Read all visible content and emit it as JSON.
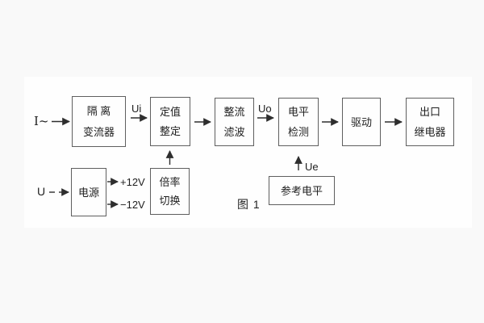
{
  "figure": {
    "caption": "图 1",
    "inputs": {
      "current_label": "I~",
      "voltage_label": "U"
    },
    "signal_labels": {
      "ui": "Ui",
      "uo": "Uo",
      "ue": "Ue",
      "plus12v": "+12V",
      "minus12v": "−12V"
    },
    "blocks": {
      "isolation_transformer": {
        "line1": "隔 离",
        "line2": "变流器"
      },
      "setting": {
        "line1": "定值",
        "line2": "整定"
      },
      "rectifier_filter": {
        "line1": "整流",
        "line2": "滤波"
      },
      "level_detect": {
        "line1": "电平",
        "line2": "检测"
      },
      "drive": {
        "label": "驱动"
      },
      "output_relay": {
        "line1": "出口",
        "line2": "继电器"
      },
      "power_supply": {
        "label": "电源"
      },
      "ratio_switch": {
        "line1": "倍率",
        "line2": "切换"
      },
      "reference_level": {
        "label": "参考电平"
      }
    },
    "connections": [
      {
        "from": "I~",
        "to": "isolation_transformer"
      },
      {
        "from": "isolation_transformer",
        "to": "setting",
        "label": "Ui"
      },
      {
        "from": "setting",
        "to": "rectifier_filter"
      },
      {
        "from": "rectifier_filter",
        "to": "level_detect",
        "label": "Uo"
      },
      {
        "from": "level_detect",
        "to": "drive"
      },
      {
        "from": "drive",
        "to": "output_relay"
      },
      {
        "from": "U",
        "to": "power_supply"
      },
      {
        "from": "power_supply",
        "to": "+12V output"
      },
      {
        "from": "power_supply",
        "to": "−12V output"
      },
      {
        "from": "ratio_switch",
        "to": "setting"
      },
      {
        "from": "reference_level",
        "to": "level_detect",
        "label": "Ue"
      }
    ],
    "colors": {
      "line": "#2e2e2e",
      "box_border": "#5f5f5f",
      "text": "#1f1f1f",
      "page_background": "#f9f9f9",
      "panel_background": "#fefefe"
    }
  }
}
